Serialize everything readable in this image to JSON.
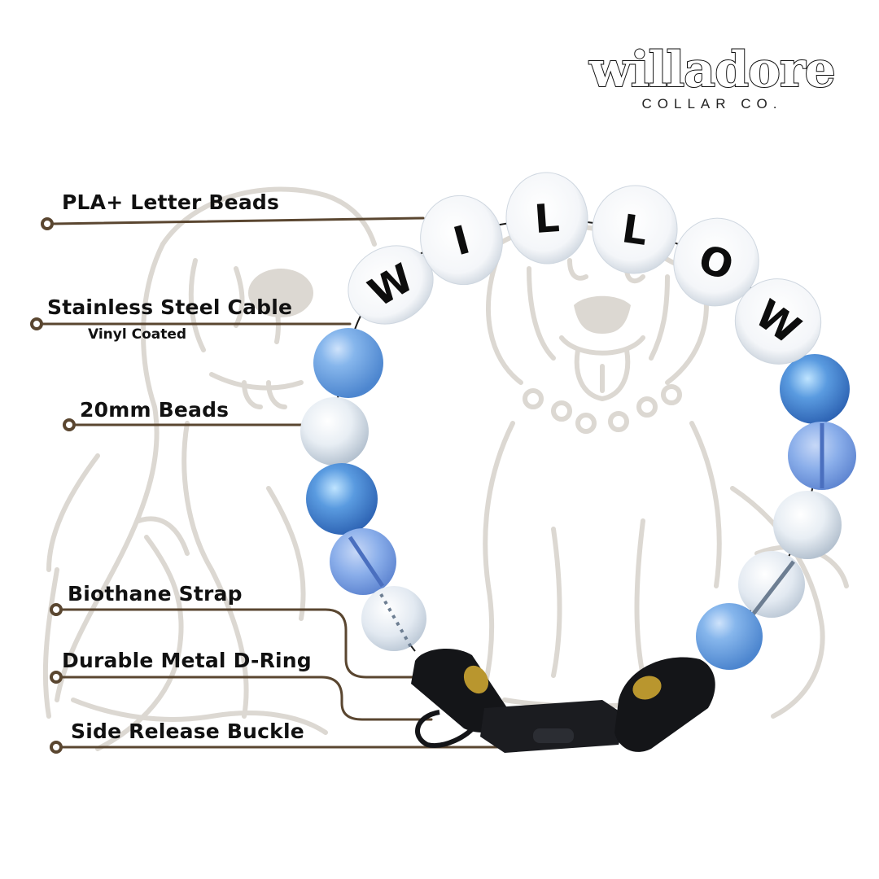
{
  "brand": {
    "name": "willadore",
    "tagline": "COLLAR CO."
  },
  "product": {
    "name_on_beads": "WILLOW",
    "letters": [
      "W",
      "I",
      "L",
      "L",
      "O",
      "W"
    ]
  },
  "callouts": [
    {
      "id": "letter-beads",
      "label": "PLA+ Letter Beads"
    },
    {
      "id": "steel-cable",
      "label": "Stainless Steel Cable",
      "sublabel": "Vinyl Coated"
    },
    {
      "id": "beads-20mm",
      "label": "20mm Beads"
    },
    {
      "id": "biothane-strap",
      "label": "Biothane Strap"
    },
    {
      "id": "d-ring",
      "label": "Durable Metal D-Ring"
    },
    {
      "id": "buckle",
      "label": "Side Release Buckle"
    }
  ],
  "colors": {
    "callout_line": "#5a4630",
    "watermark": "#dcd8d2",
    "bead_sky": "#7fb0e6",
    "bead_pearl": "#e9eef3",
    "bead_crackle": "#4f8fdb",
    "bead_periwinkle": "#8fb3ec",
    "bead_clear": "#dfe6ee",
    "strap": "#141518",
    "rivet": "#b9962e"
  }
}
